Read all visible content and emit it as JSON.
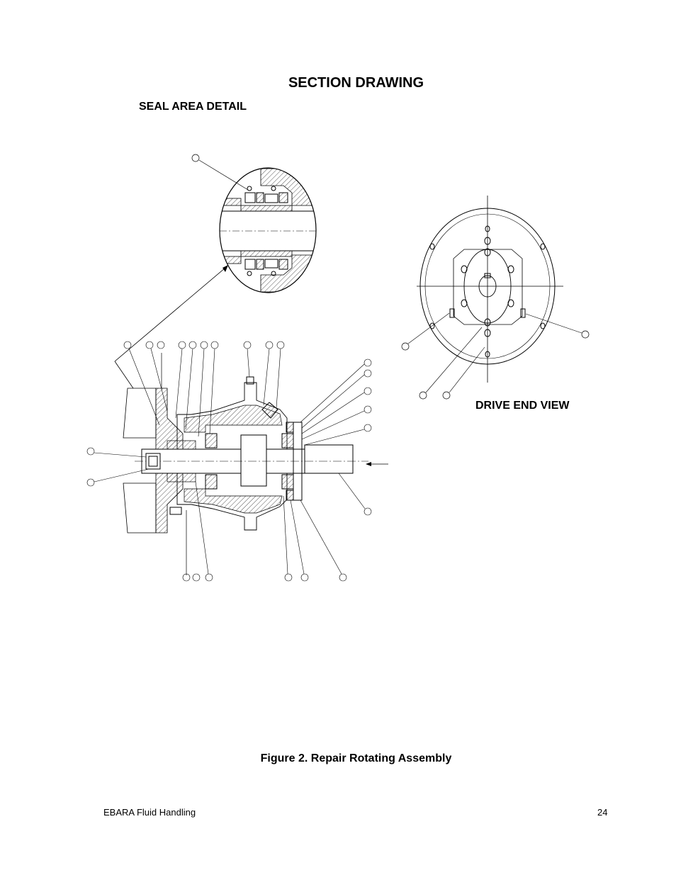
{
  "page": {
    "title": "SECTION DRAWING",
    "seal_label": "SEAL AREA DETAIL",
    "drive_label": "DRIVE END VIEW",
    "caption": "Figure 2. Repair Rotating Assembly",
    "footer_left": "EBARA Fluid Handling",
    "footer_right": "24"
  }
}
